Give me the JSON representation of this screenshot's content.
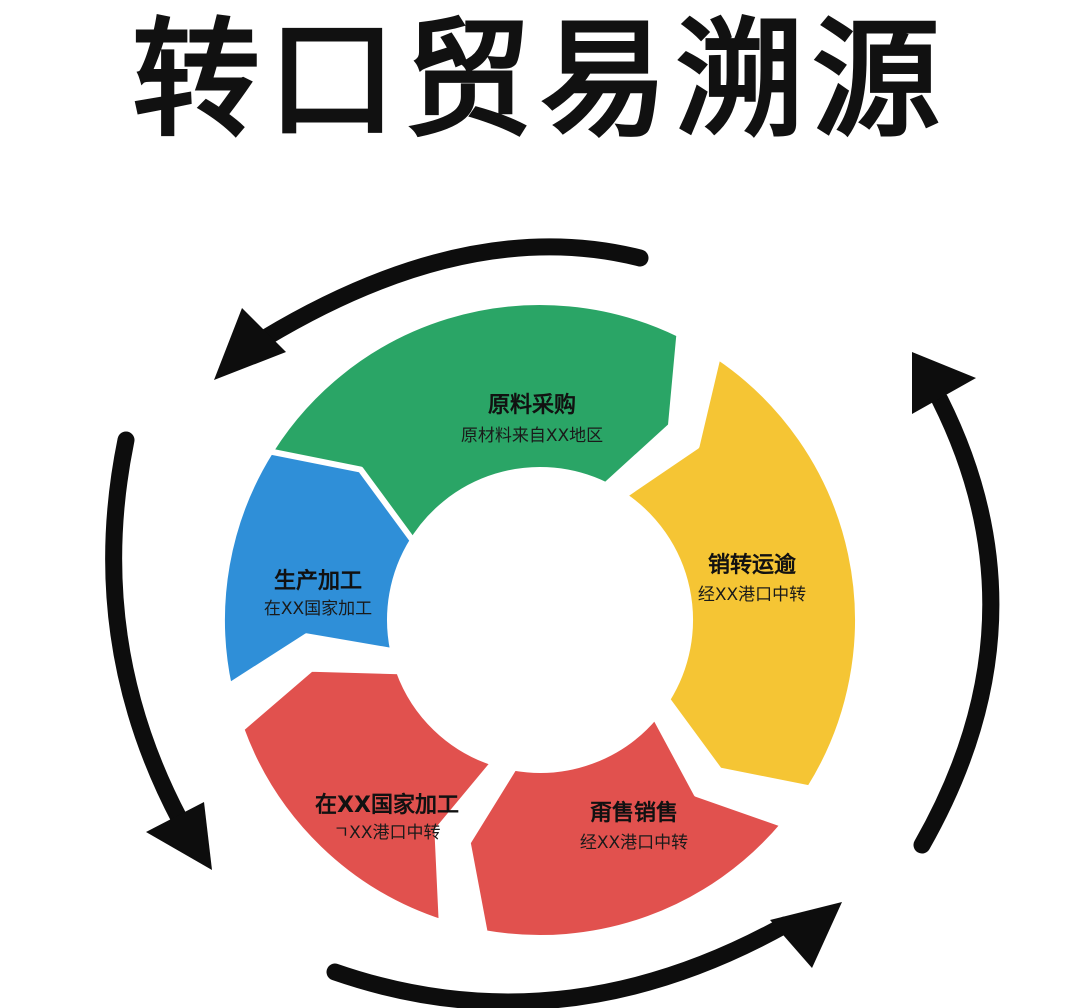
{
  "title": "转口贸易溯源",
  "segments": [
    {
      "id": "procurement",
      "label": "原料采购",
      "sub": "原材料来自XX地区",
      "color": "#2aa566"
    },
    {
      "id": "transit",
      "label": "销转运逾",
      "sub": "经XX港口中转",
      "color": "#f5c534"
    },
    {
      "id": "sales",
      "label": "甭售销售",
      "sub": "经XX港口中转",
      "color": "#e1514e"
    },
    {
      "id": "processing2",
      "label": "在XX国家加工",
      "sub": "ㄱXX港口中转",
      "color": "#e1514e"
    },
    {
      "id": "production",
      "label": "生产加工",
      "sub": "在XX国家加工",
      "color": "#2f8fd8"
    }
  ],
  "cycle_arrows": [
    "top-arrow",
    "right-arrow",
    "bottom-arrow",
    "left-arrow"
  ],
  "arrow_color": "#0d0d0d"
}
